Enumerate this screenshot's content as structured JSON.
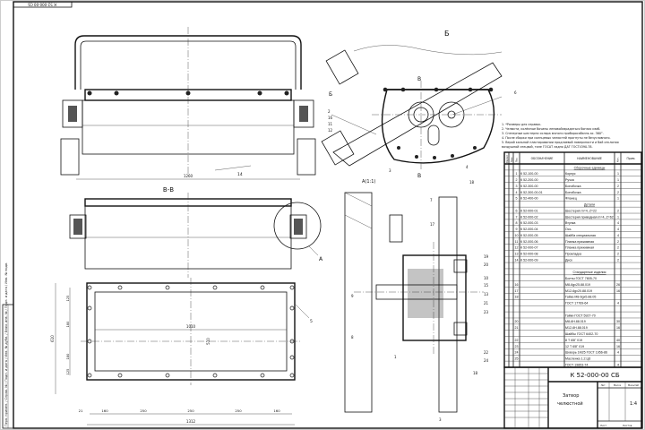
{
  "sheet": {
    "side_strip": "Перв. примен. / Справ. № / Подп. и дата / Инв. № дубл. / Взам. инв. № / Подп. и дата / Инв. № подл.",
    "stamp_top": "К 52-000-00 СБ"
  },
  "views": {
    "view_b_label": "Б",
    "view_b_arrow": "Б",
    "section_vv_label": "В-В",
    "section_v_mark": "В",
    "detail_a_label": "А(1:1)",
    "detail_a_callout": "А"
  },
  "dimensions": {
    "front_width": "1260",
    "plan_pitches": [
      "160",
      "250",
      "250",
      "250",
      "160"
    ],
    "plan_total": "1312",
    "plan_inner_width": "1010",
    "plan_inner_height": "510",
    "plan_height": "610",
    "plan_side_pitches": [
      "125",
      "180",
      "180",
      "125"
    ],
    "plan_offset": "21"
  },
  "callouts": [
    "14",
    "5",
    "1",
    "2",
    "3",
    "4",
    "6",
    "7",
    "8",
    "9",
    "10",
    "11",
    "12",
    "13",
    "15",
    "16",
    "17",
    "18",
    "19",
    "20",
    "21",
    "22",
    "23",
    "24",
    "25"
  ],
  "notes": [
    "1. *Размеры для справок.",
    "2. Челюсти, колёсные бочины леновойсврадаться бонзах изаб.",
    "3. Сгенерные шестерни соляра ючного приборосабазнь ас. 360°.",
    "4. После сборки при солнцевых челюстей прогнуты не безусловного.",
    "5. Верой кальной пластировании продляевой поверхности и бай отклоняя",
    "   воздушной спецвой, тиле ГОСАТ ладно ДАТ ГОСТ4390-78."
  ],
  "spec": {
    "headers": {
      "format": "Формат",
      "zone": "Зона",
      "pos": "Поз.",
      "designation": "ОБОЗНАЧЕНИЕ",
      "name": "НАИМЕНОВАНИЕ",
      "qty": "Кол.",
      "note": "Прим."
    },
    "rows": [
      {
        "pos": "",
        "des": "",
        "name": "Сборочные единицы",
        "qty": "",
        "section": true
      },
      {
        "pos": "1",
        "des": "К 52-100-00",
        "name": "Корпус",
        "qty": "1"
      },
      {
        "pos": "2",
        "des": "К 52-200-00",
        "name": "Ручка",
        "qty": "1"
      },
      {
        "pos": "3",
        "des": "К 52-300-00",
        "name": "Бонзбочка",
        "qty": "2"
      },
      {
        "pos": "4",
        "des": "К 52-300-00-01",
        "name": "Бонзбочка",
        "qty": "2"
      },
      {
        "pos": "5",
        "des": "К 52-400-00",
        "name": "Фланец",
        "qty": "1"
      },
      {
        "pos": "",
        "des": "",
        "name": "Детали",
        "qty": "",
        "section": true
      },
      {
        "pos": "6",
        "des": "К 52-000-01",
        "name": "Шестерня m=4, Z=22",
        "qty": "2"
      },
      {
        "pos": "7",
        "des": "К 52-000-02",
        "name": "Шестерня приводная m=4, Z=62",
        "qty": "1"
      },
      {
        "pos": "8",
        "des": "К 52-000-03",
        "name": "Втулка",
        "qty": "4"
      },
      {
        "pos": "9",
        "des": "К 52-000-04",
        "name": "Ось",
        "qty": "4"
      },
      {
        "pos": "10",
        "des": "К 52-000-05",
        "name": "Шайба специальная",
        "qty": "4"
      },
      {
        "pos": "11",
        "des": "К 52-000-06",
        "name": "Планка прижимная",
        "qty": "2"
      },
      {
        "pos": "12",
        "des": "К 52-000-07",
        "name": "Планка прижимная",
        "qty": "2"
      },
      {
        "pos": "13",
        "des": "К 52-000-08",
        "name": "Прокладка",
        "qty": "2"
      },
      {
        "pos": "14",
        "des": "К 52-000-09",
        "name": "Диск",
        "qty": "2"
      },
      {
        "pos": "",
        "des": "",
        "name": "",
        "qty": ""
      },
      {
        "pos": "",
        "des": "",
        "name": "Стандартные изделия",
        "qty": "",
        "section": true
      },
      {
        "pos": "",
        "des": "",
        "name": "Болты ГОСТ 7805-70",
        "qty": ""
      },
      {
        "pos": "16",
        "des": "",
        "name": "М8-6gx25.88.019",
        "qty": "26"
      },
      {
        "pos": "17",
        "des": "",
        "name": "М12-6gx20.88.019",
        "qty": "16"
      },
      {
        "pos": "18",
        "des": "",
        "name": "Гайка М8-6gx5.88.05",
        "qty": ""
      },
      {
        "pos": "",
        "des": "",
        "name": "ГОСТ 17769-64",
        "qty": "4"
      },
      {
        "pos": "",
        "des": "",
        "name": "",
        "qty": ""
      },
      {
        "pos": "",
        "des": "",
        "name": "Гайки ГОСТ 5927-70",
        "qty": ""
      },
      {
        "pos": "20",
        "des": "",
        "name": "М8-6Н.88.019",
        "qty": "30"
      },
      {
        "pos": "21",
        "des": "",
        "name": "М12-6Н.88.019",
        "qty": "16"
      },
      {
        "pos": "",
        "des": "",
        "name": "Шайбы ГОСТ 6402-70",
        "qty": ""
      },
      {
        "pos": "22",
        "des": "",
        "name": "8 Т 65Г 019",
        "qty": "40"
      },
      {
        "pos": "23",
        "des": "",
        "name": "12 Т 65Г 019",
        "qty": "16"
      },
      {
        "pos": "24",
        "des": "",
        "name": "Шкворь 1М25 ГОСТ 1956-86",
        "qty": "4"
      },
      {
        "pos": "25",
        "des": "",
        "name": "Масленка 1.2.Ц6",
        "qty": ""
      },
      {
        "pos": "",
        "des": "",
        "name": "ГОСТ 19853-74",
        "qty": "4"
      }
    ]
  },
  "title_block": {
    "designation": "К 52-000-00 СБ",
    "title_line1": "Затвор",
    "title_line2": "челюстной",
    "scale": "1:4",
    "col_lit": "Лит.",
    "col_mass": "Масса",
    "col_scale": "Масштаб",
    "sheet": "Лист",
    "sheets": "Листов"
  }
}
